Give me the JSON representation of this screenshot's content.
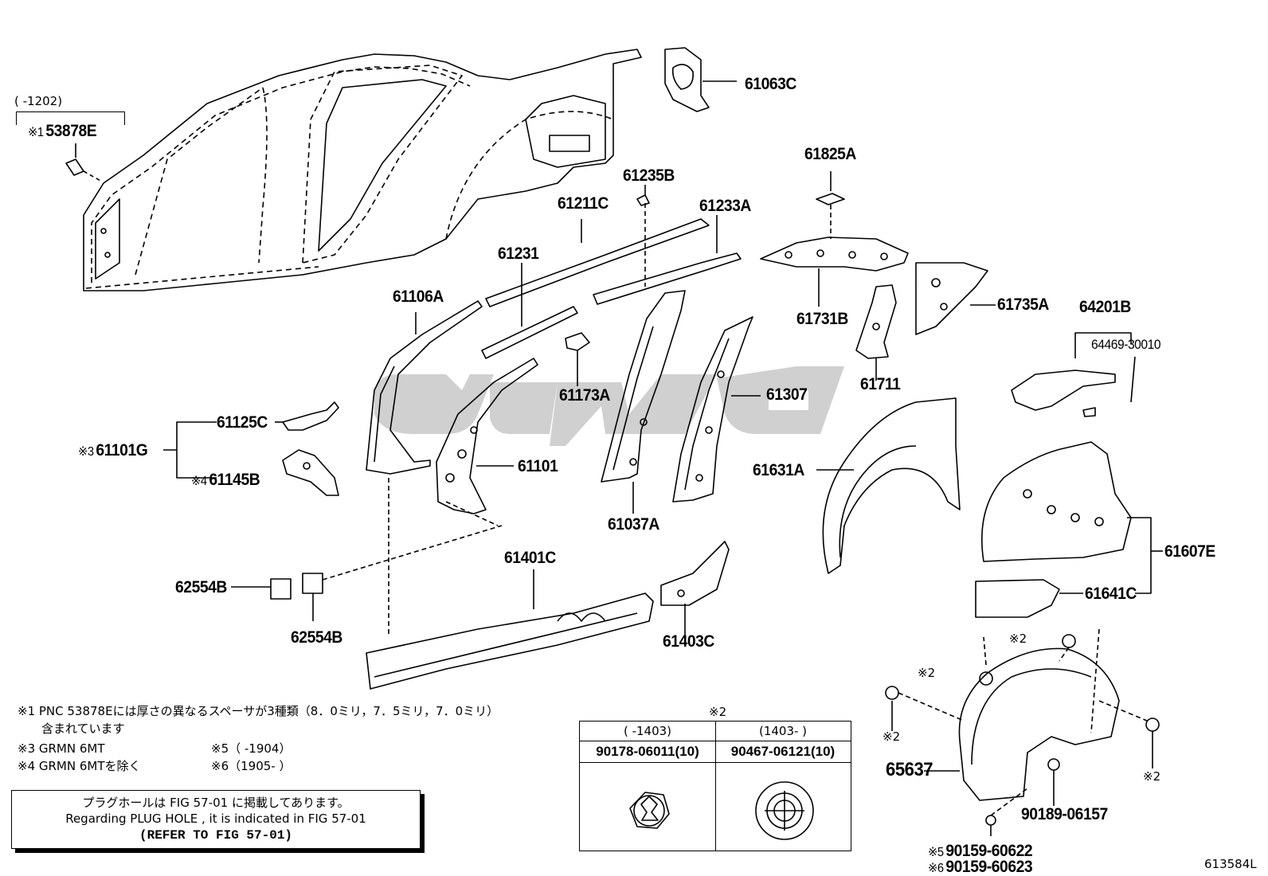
{
  "labels": {
    "p61063C": "61063C",
    "p53878E": "53878E",
    "range_1202": "(      -1202)",
    "p61825A": "61825A",
    "p61235B": "61235B",
    "p61211C": "61211C",
    "p61233A": "61233A",
    "p61231": "61231",
    "p61106A": "61106A",
    "p61731B": "61731B",
    "p61735A": "61735A",
    "p64201B": "64201B",
    "p64469": "64469-30010",
    "p61173A": "61173A",
    "p61711": "61711",
    "p61125C": "61125C",
    "p61101G": "61101G",
    "p61145B": "61145B",
    "p61101": "61101",
    "p61307": "61307",
    "p61631A": "61631A",
    "p61037A": "61037A",
    "p61607E": "61607E",
    "p61401C": "61401C",
    "p62554B_a": "62554B",
    "p62554B_b": "62554B",
    "p61641C": "61641C",
    "p61403C": "61403C",
    "p65637": "65637",
    "p90189": "90189-06157",
    "p90159a": "90159-60622",
    "p90159b": "90159-60623",
    "fig_id": "613584L"
  },
  "marks": {
    "m1": "※1",
    "m2": "※2",
    "m3": "※3",
    "m4": "※4",
    "m5": "※5",
    "m6": "※6"
  },
  "notes": {
    "n1_line1": "※1 PNC 53878Eには厚さの異なるスペーサが3種類（8．0ミリ，7．5ミリ，7．0ミリ）",
    "n1_line2": "含まれています",
    "n3": "※3 GRMN  6MT",
    "n4": "※4 GRMN  6MTを除く",
    "n5": "※5（      -1904）",
    "n6": "※6（1905-        ）"
  },
  "plug_hole_box": {
    "line1": "プラグホールは FIG  57-01 に掲載してあります。",
    "line2": "Regarding  PLUG  HOLE , it is indicated in  FIG  57-01",
    "line3": "(REFER TO FIG 57-01)"
  },
  "clip_table": {
    "title": "※2",
    "col1_range": "(      -1403)",
    "col2_range": "(1403-        )",
    "col1_part": "90178-06011(10)",
    "col2_part": "90467-06121(10)"
  }
}
